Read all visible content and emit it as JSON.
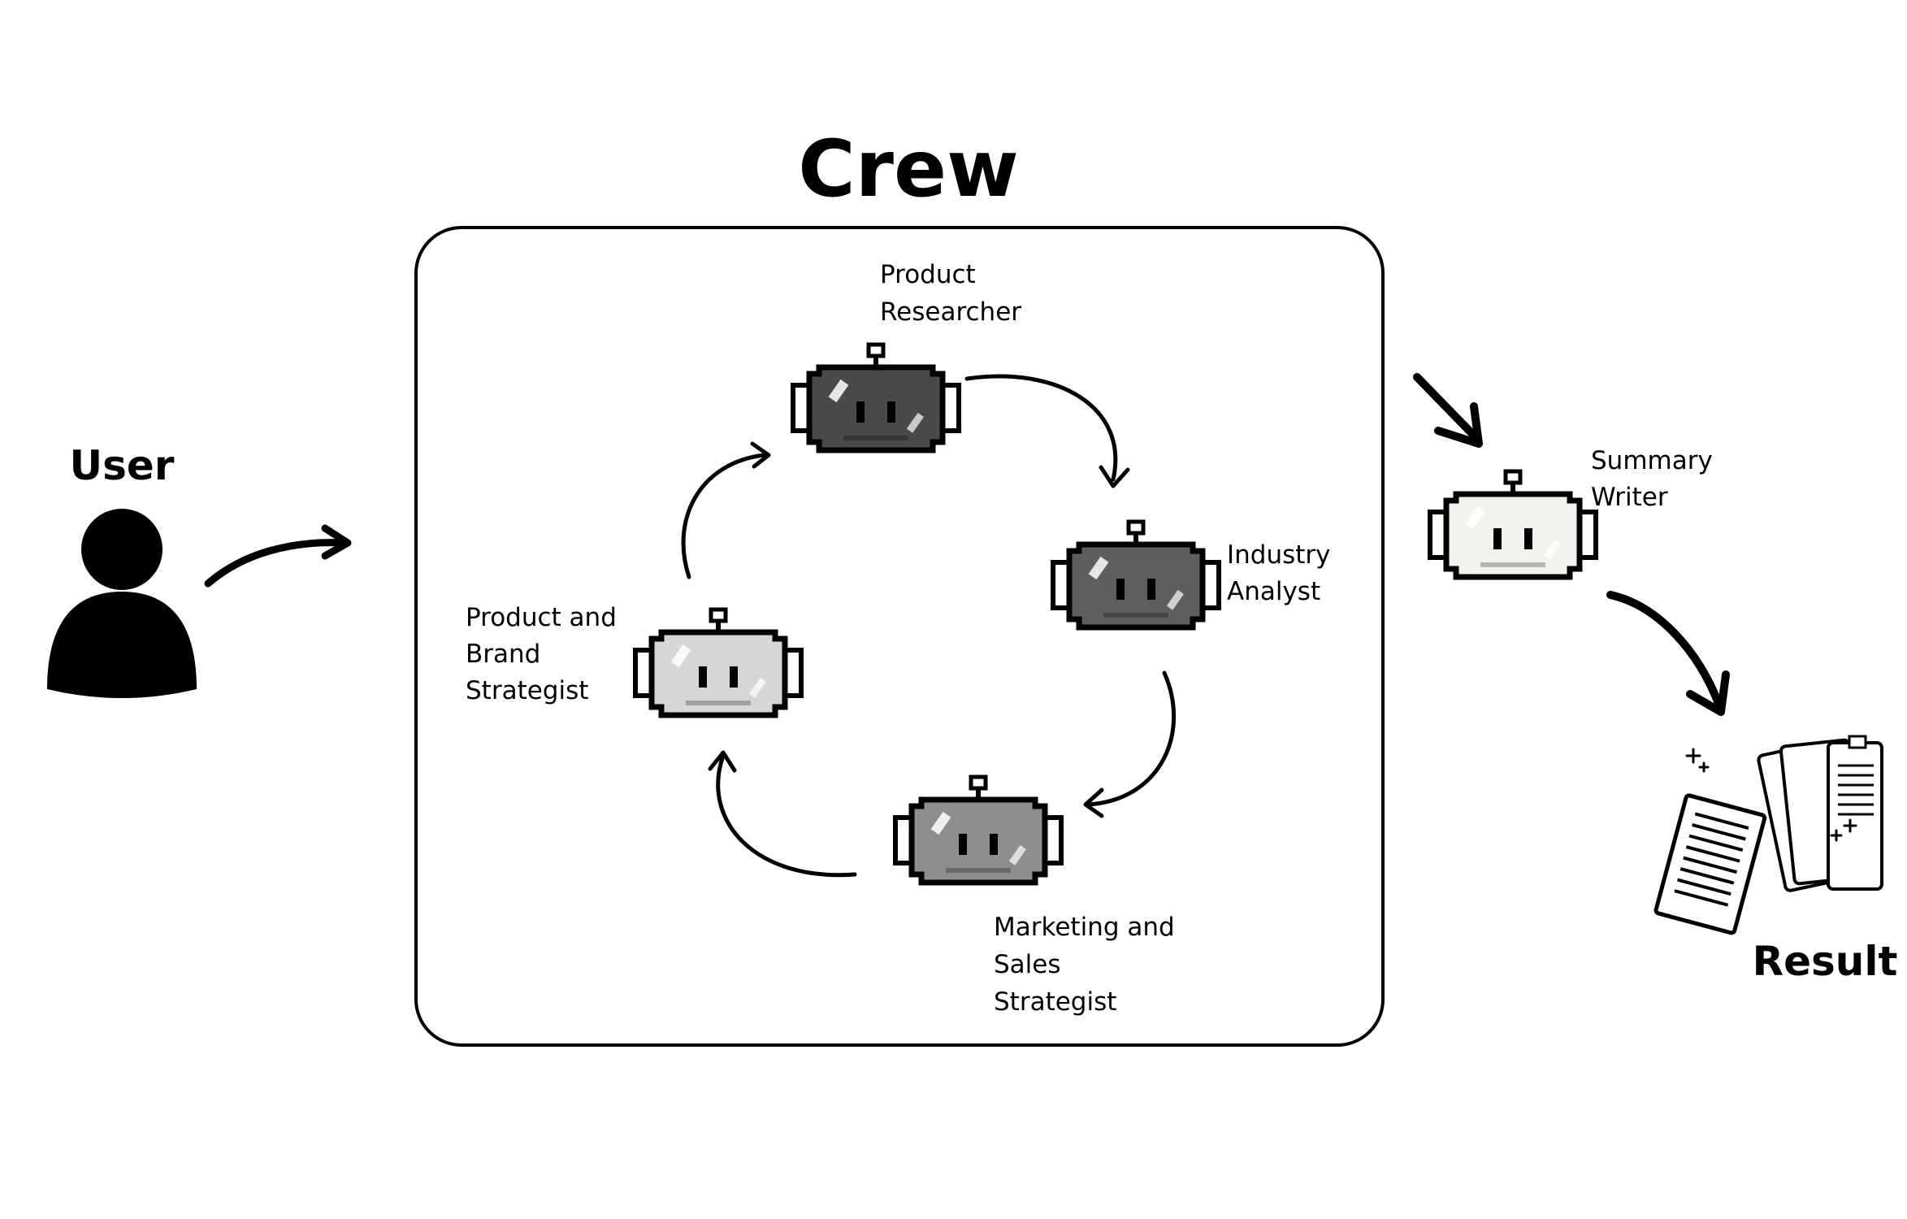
{
  "title": "Crew",
  "user": {
    "label": "User"
  },
  "result": {
    "label": "Result"
  },
  "crew_agents": [
    {
      "id": "product-researcher",
      "lines": [
        "Product",
        "Researcher"
      ],
      "color": "#4a4a4a"
    },
    {
      "id": "industry-analyst",
      "lines": [
        "Industry",
        "Analyst"
      ],
      "color": "#5e5e5e"
    },
    {
      "id": "marketing-sales-strategist",
      "lines": [
        "Marketing and",
        "Sales",
        "Strategist"
      ],
      "color": "#8e8e8e"
    },
    {
      "id": "product-brand-strategist",
      "lines": [
        "Product and",
        "Brand",
        "Strategist"
      ],
      "color": "#d6d6d6"
    }
  ],
  "summary_agent": {
    "id": "summary-writer",
    "lines": [
      "Summary",
      "Writer"
    ],
    "color": "#f3f3ee"
  },
  "colors": {
    "stroke": "#000000",
    "background": "#ffffff"
  }
}
